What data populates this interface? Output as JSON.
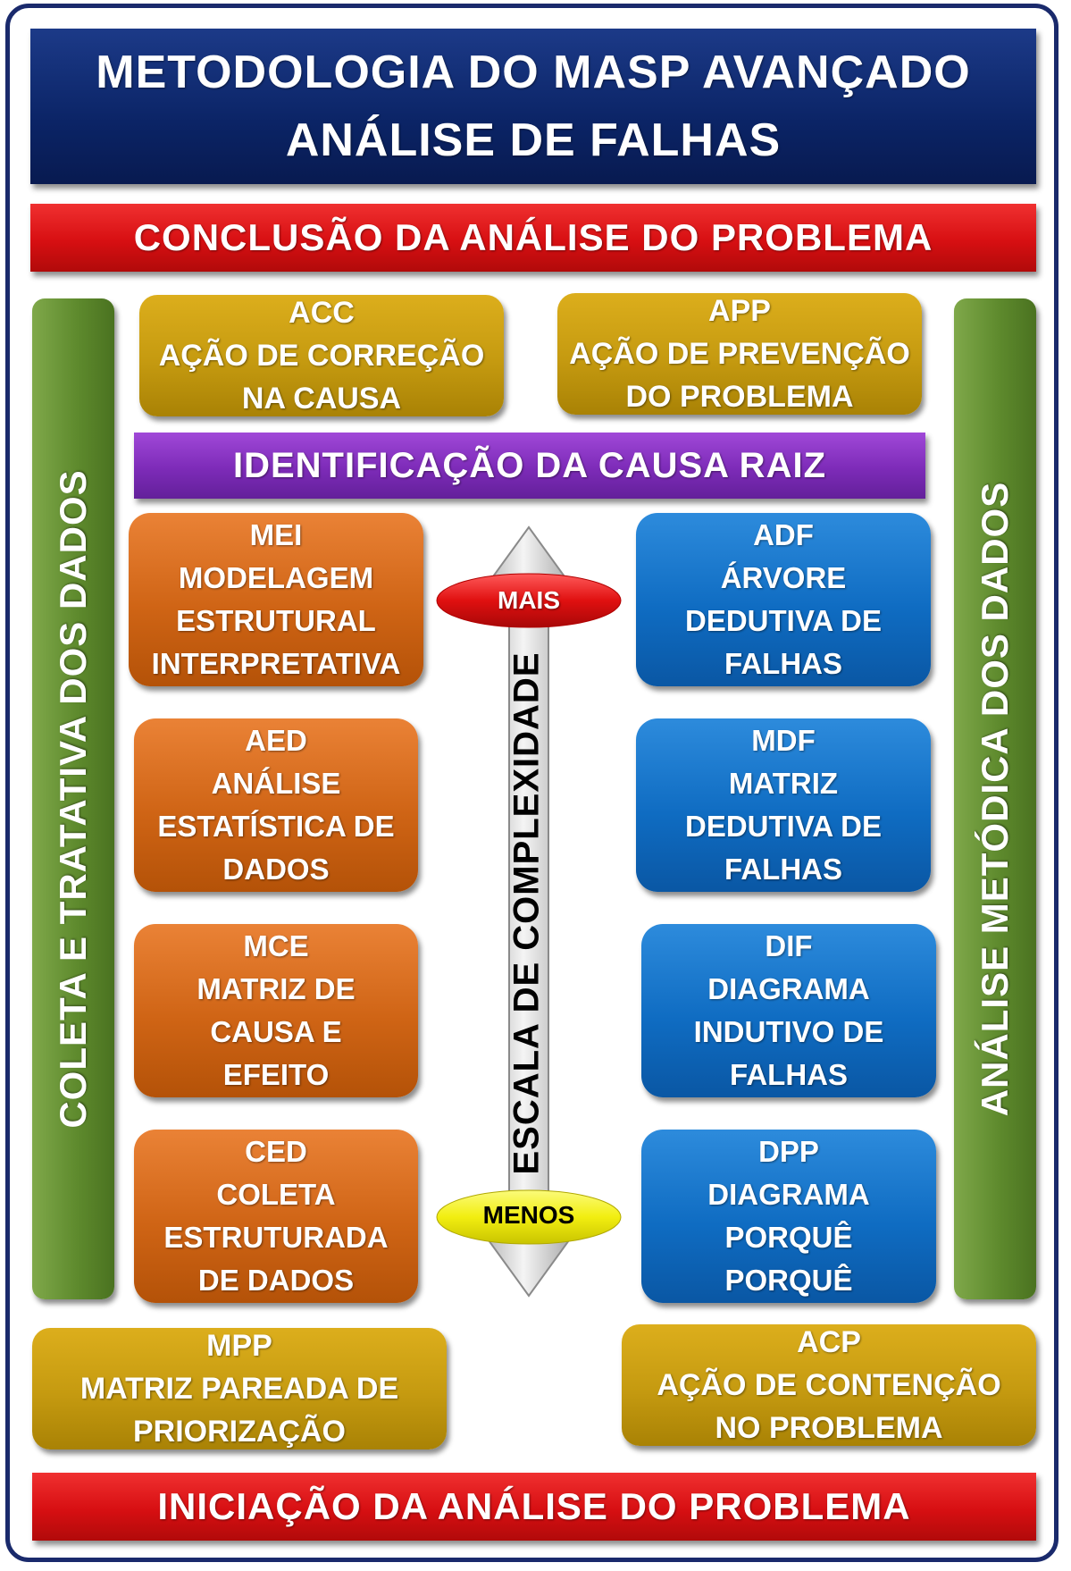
{
  "title": {
    "line1": "METODOLOGIA DO MASP AVANÇADO",
    "line2": "ANÁLISE DE FALHAS"
  },
  "top_bar": "CONCLUSÃO DA ANÁLISE DO PROBLEMA",
  "bottom_bar": "INICIAÇÃO DA ANÁLISE DO PROBLEMA",
  "root_cause_bar": "IDENTIFICAÇÃO DA CAUSA RAIZ",
  "left_vertical": "COLETA E TRATATIVA DOS DADOS",
  "right_vertical": "ANÁLISE METÓDICA DOS DADOS",
  "scale": {
    "label": "ESCALA DE COMPLEXIDADE",
    "top": "MAIS",
    "bottom": "MENOS"
  },
  "actions": {
    "acc": [
      "ACC",
      "AÇÃO DE CORREÇÃO",
      "NA CAUSA"
    ],
    "app": [
      "APP",
      "AÇÃO DE PREVENÇÃO",
      "DO PROBLEMA"
    ],
    "mpp": [
      "MPP",
      "MATRIZ PAREADA DE",
      "PRIORIZAÇÃO"
    ],
    "acp": [
      "ACP",
      "AÇÃO DE CONTENÇÃO",
      "NO PROBLEMA"
    ]
  },
  "left_methods": [
    [
      "MEI",
      "MODELAGEM",
      "ESTRUTURAL",
      "INTERPRETATIVA"
    ],
    [
      "AED",
      "ANÁLISE",
      "ESTATÍSTICA DE",
      "DADOS"
    ],
    [
      "MCE",
      "MATRIZ DE",
      "CAUSA E",
      "EFEITO"
    ],
    [
      "CED",
      "COLETA",
      "ESTRUTURADA",
      "DE DADOS"
    ]
  ],
  "right_methods": [
    [
      "ADF",
      "ÁRVORE",
      "DEDUTIVA DE",
      "FALHAS"
    ],
    [
      "MDF",
      "MATRIZ",
      "DEDUTIVA DE",
      "FALHAS"
    ],
    [
      "DIF",
      "DIAGRAMA",
      "INDUTIVO DE",
      "FALHAS"
    ],
    [
      "DPP",
      "DIAGRAMA",
      "PORQUÊ",
      "PORQUÊ"
    ]
  ],
  "colors": {
    "frame": "#1a2a6c",
    "title_bg": "#0b2466",
    "red_bar": "#d70f12",
    "purple_bar": "#7d2bb8",
    "gold_box": "#c59a10",
    "orange_box": "#cf6415",
    "blue_box": "#0f6cc2",
    "green_bar": "#5e8a2d",
    "mais_ellipse": "#e01010",
    "menos_ellipse": "#f2ee10",
    "arrow": "#c8c8c8"
  }
}
